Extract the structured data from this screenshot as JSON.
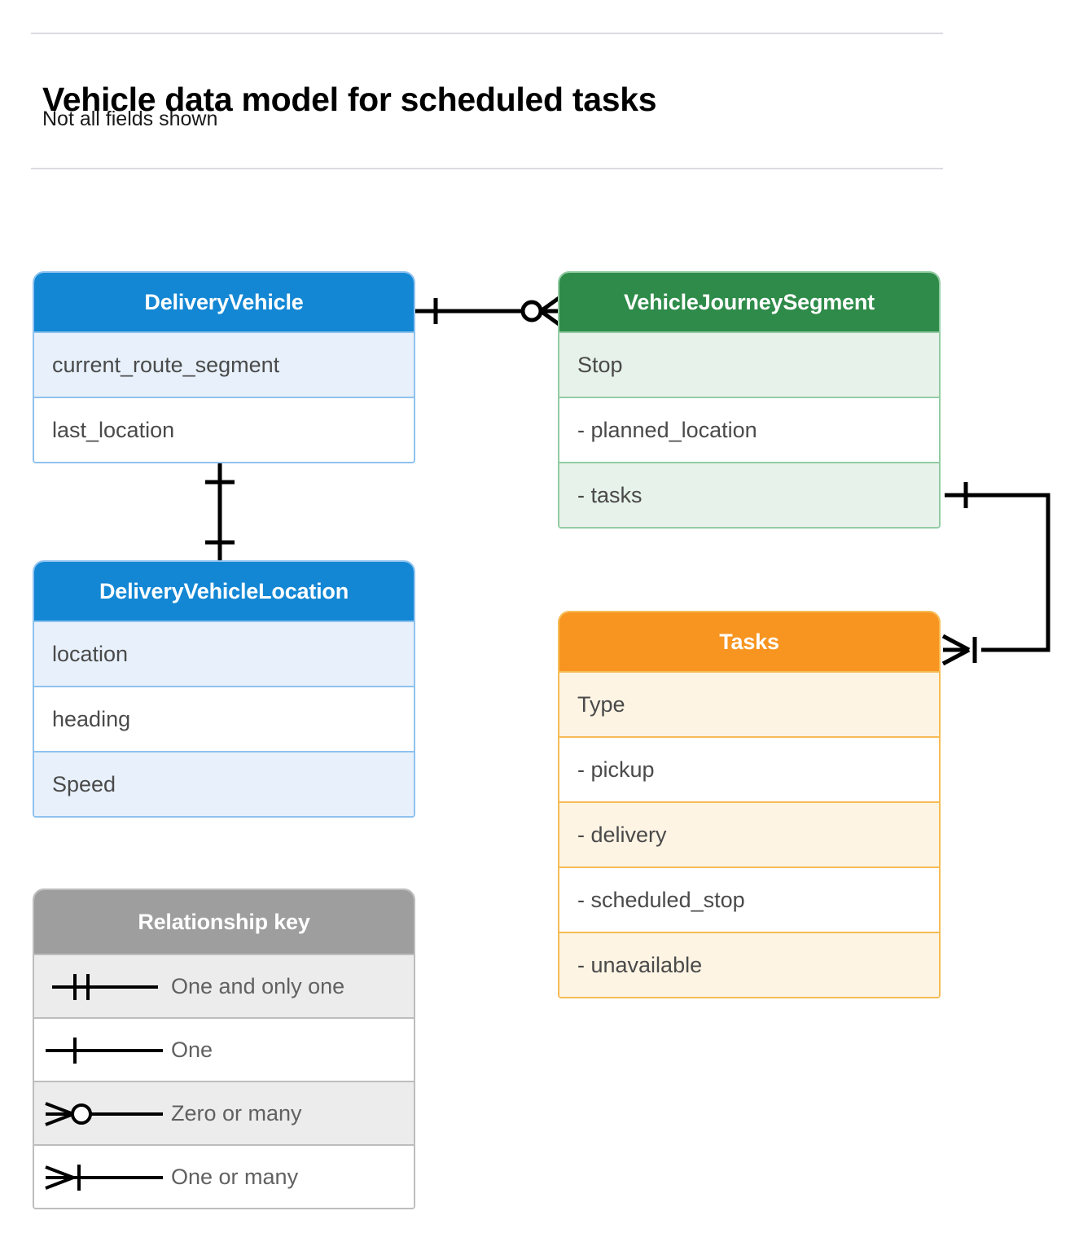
{
  "header": {
    "title": "Vehicle data model for scheduled tasks",
    "subtitle": "Not all fields shown"
  },
  "colors": {
    "blue_header": "#1387d4",
    "blue_tint": "#e8f1fb",
    "blue_border": "#8fc2ef",
    "green_header": "#2e8b49",
    "green_tint": "#e7f2ea",
    "green_border": "#93cca3",
    "orange_header": "#f79520",
    "orange_tint": "#fdf4e4",
    "orange_border": "#f6bc55",
    "gray_header": "#9e9e9e",
    "gray_tint": "#ececec",
    "gray_border": "#bdbdbd",
    "connector": "#000000",
    "rule": "#dadce0"
  },
  "entities": {
    "delivery_vehicle": {
      "title": "DeliveryVehicle",
      "rows": [
        "current_route_segment",
        "last_location"
      ]
    },
    "vehicle_journey_segment": {
      "title": "VehicleJourneySegment",
      "rows": [
        "Stop",
        "-  planned_location",
        "- tasks"
      ]
    },
    "delivery_vehicle_location": {
      "title": "DeliveryVehicleLocation",
      "rows": [
        "location",
        "heading",
        "Speed"
      ]
    },
    "tasks": {
      "title": "Tasks",
      "rows": [
        "Type",
        "-  pickup",
        "-  delivery",
        "-  scheduled_stop",
        "-  unavailable"
      ]
    }
  },
  "legend": {
    "title": "Relationship key",
    "items": [
      {
        "label": "One and only one",
        "symbol": "one-and-only-one-symbol"
      },
      {
        "label": "One",
        "symbol": "one-symbol"
      },
      {
        "label": "Zero or many",
        "symbol": "zero-or-many-symbol"
      },
      {
        "label": "One or many",
        "symbol": "one-or-many-symbol"
      }
    ]
  },
  "relationships": [
    {
      "name": "deliveryvehicle-to-vehiclejourneysegment",
      "from": "DeliveryVehicle",
      "to": "VehicleJourneySegment",
      "from_cardinality": "One",
      "to_cardinality": "Zero or many"
    },
    {
      "name": "deliveryvehicle-to-deliveryvehiclelocation",
      "from": "DeliveryVehicle",
      "to": "DeliveryVehicleLocation",
      "from_cardinality": "One",
      "to_cardinality": "One"
    },
    {
      "name": "vehiclejourneysegment-tasks-to-tasks",
      "from": "VehicleJourneySegment",
      "to": "Tasks",
      "from_cardinality": "One",
      "to_cardinality": "One or many"
    }
  ]
}
